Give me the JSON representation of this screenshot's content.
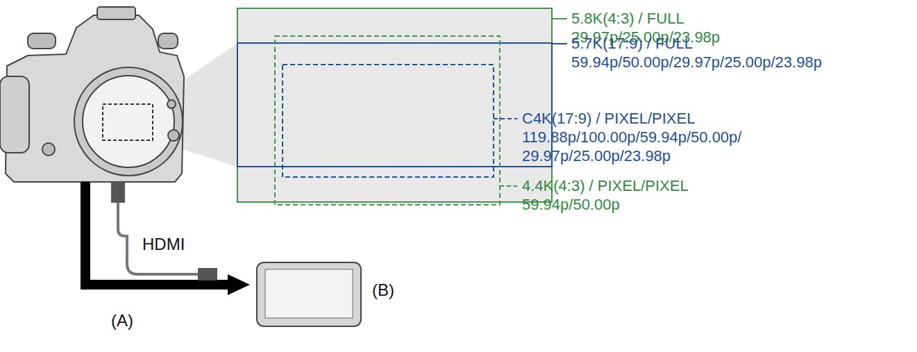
{
  "diagram": {
    "labels": [
      "5.8K(4:3) / FULL",
      "29.97p/25.00p/23.98p",
      "5.7K(17:9) / FULL",
      "59.94p/50.00p/29.97p/25.00p/23.98p",
      "C4K(17:9) / PIXEL/PIXEL",
      "119.88p/100.00p/59.94p/50.00p/ 29.97p/25.00p/23.98p",
      "4.4K(4:3) / PIXEL/PIXEL",
      "59.94p/50.00p",
      "HDMI",
      "(A)",
      "(B)"
    ]
  }
}
